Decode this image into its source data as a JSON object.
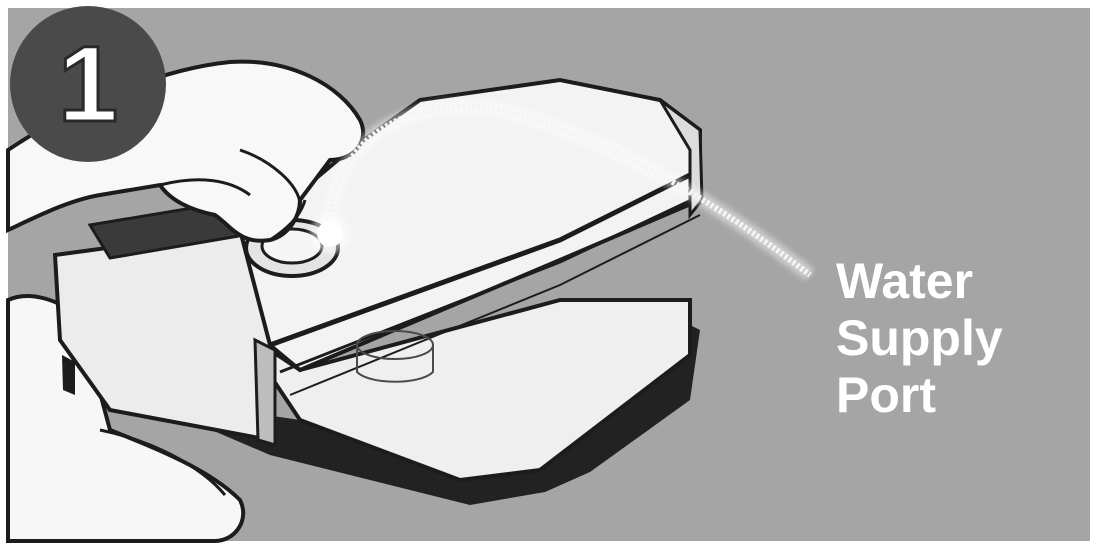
{
  "step": {
    "number": "1"
  },
  "callout": {
    "lines": [
      "Water",
      "Supply",
      "Port"
    ]
  },
  "colors": {
    "background": "#a5a5a5",
    "badge": "#4a4a4a",
    "outline": "#1c1c1c",
    "housing": "#f2f2f2",
    "highlight": "#ffffff",
    "text": "#ffffff"
  },
  "icons": {
    "step_badge": "numbered-circle",
    "pointer": "wavy-line-with-dot"
  }
}
